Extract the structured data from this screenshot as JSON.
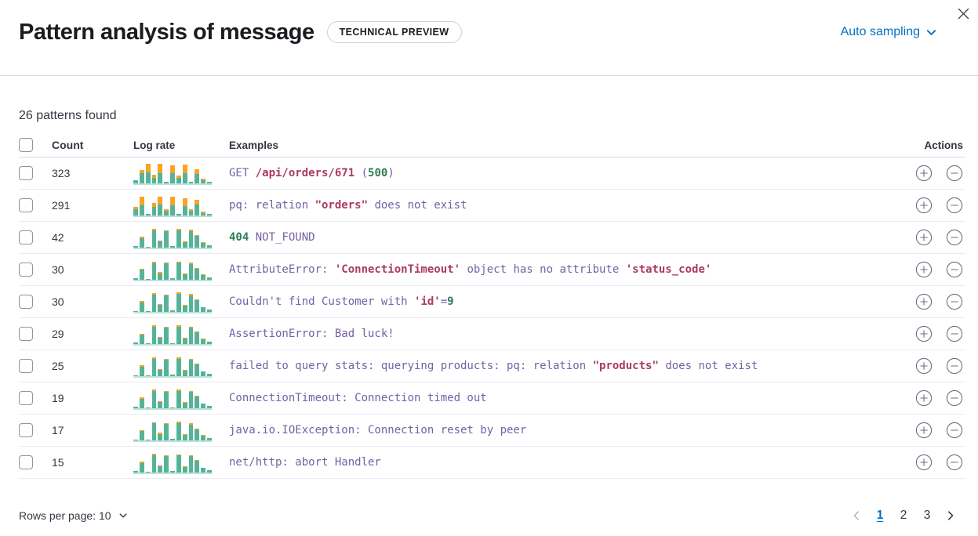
{
  "header": {
    "title": "Pattern analysis of message",
    "badge": "TECHNICAL PREVIEW",
    "sampling_label": "Auto sampling"
  },
  "summary": "26 patterns found",
  "icons": {
    "close": "✕",
    "chevron_down": "⌄",
    "chevron_left": "‹",
    "chevron_right": "›",
    "plus_in_circle": "⊕",
    "minus_in_circle": "⊖"
  },
  "colors": {
    "link_blue": "#0071C2",
    "text": "#343741",
    "token_purple": "#7560A5",
    "token_red": "#AA3A5E",
    "token_green": "#2E7D56",
    "spark_teal": "#54B399",
    "spark_orange": "#FBA321",
    "divider": "#D3DAE6"
  },
  "table": {
    "columns": {
      "count": "Count",
      "log_rate": "Log rate",
      "examples": "Examples",
      "actions": "Actions"
    },
    "rows": [
      {
        "count": "323",
        "example": [
          {
            "t": "GET ",
            "c": "purple"
          },
          {
            "t": "/api/orders/671",
            "c": "red"
          },
          {
            "t": " (",
            "c": "purple"
          },
          {
            "t": "500",
            "c": "green"
          },
          {
            "t": ")",
            "c": "purple"
          }
        ],
        "sparkline": [
          [
            16,
            0
          ],
          [
            46,
            14
          ],
          [
            50,
            40
          ],
          [
            26,
            12
          ],
          [
            48,
            40
          ],
          [
            6,
            0
          ],
          [
            46,
            38
          ],
          [
            24,
            10
          ],
          [
            48,
            38
          ],
          [
            6,
            0
          ],
          [
            44,
            20
          ],
          [
            14,
            6
          ],
          [
            6,
            0
          ]
        ]
      },
      {
        "count": "291",
        "example": [
          {
            "t": "pq: relation ",
            "c": "purple"
          },
          {
            "t": "\"orders\"",
            "c": "red"
          },
          {
            "t": " does not exist",
            "c": "purple"
          }
        ],
        "sparkline": [
          [
            28,
            12
          ],
          [
            48,
            38
          ],
          [
            6,
            0
          ],
          [
            40,
            16
          ],
          [
            50,
            36
          ],
          [
            20,
            10
          ],
          [
            48,
            38
          ],
          [
            6,
            0
          ],
          [
            44,
            34
          ],
          [
            20,
            10
          ],
          [
            50,
            20
          ],
          [
            12,
            6
          ],
          [
            6,
            0
          ]
        ]
      },
      {
        "count": "42",
        "example": [
          {
            "t": "404",
            "c": "green"
          },
          {
            "t": " NOT_FOUND",
            "c": "purple"
          }
        ],
        "sparkline": [
          [
            6,
            0
          ],
          [
            44,
            5
          ],
          [
            5,
            0
          ],
          [
            78,
            8
          ],
          [
            28,
            5
          ],
          [
            74,
            4
          ],
          [
            6,
            0
          ],
          [
            80,
            7
          ],
          [
            26,
            4
          ],
          [
            74,
            7
          ],
          [
            52,
            5
          ],
          [
            20,
            4
          ],
          [
            12,
            0
          ]
        ]
      },
      {
        "count": "30",
        "example": [
          {
            "t": "AttributeError: ",
            "c": "purple"
          },
          {
            "t": "'ConnectionTimeout'",
            "c": "red"
          },
          {
            "t": " object has no attribute ",
            "c": "purple"
          },
          {
            "t": "'status_code'",
            "c": "red"
          }
        ],
        "sparkline": [
          [
            6,
            0
          ],
          [
            46,
            4
          ],
          [
            5,
            0
          ],
          [
            76,
            6
          ],
          [
            30,
            5
          ],
          [
            76,
            4
          ],
          [
            6,
            0
          ],
          [
            78,
            6
          ],
          [
            24,
            4
          ],
          [
            72,
            6
          ],
          [
            50,
            5
          ],
          [
            22,
            3
          ],
          [
            10,
            0
          ]
        ]
      },
      {
        "count": "30",
        "example": [
          {
            "t": "Couldn't find Customer with ",
            "c": "purple"
          },
          {
            "t": "'id'",
            "c": "red"
          },
          {
            "t": "=",
            "c": "purple"
          },
          {
            "t": "9",
            "c": "green"
          }
        ],
        "sparkline": [
          [
            5,
            0
          ],
          [
            44,
            6
          ],
          [
            4,
            0
          ],
          [
            80,
            7
          ],
          [
            32,
            4
          ],
          [
            76,
            3
          ],
          [
            6,
            0
          ],
          [
            82,
            6
          ],
          [
            28,
            4
          ],
          [
            76,
            6
          ],
          [
            54,
            4
          ],
          [
            20,
            3
          ],
          [
            12,
            0
          ]
        ]
      },
      {
        "count": "29",
        "example": [
          {
            "t": "AssertionError: Bad luck!",
            "c": "purple"
          }
        ],
        "sparkline": [
          [
            6,
            0
          ],
          [
            42,
            5
          ],
          [
            5,
            0
          ],
          [
            78,
            7
          ],
          [
            30,
            4
          ],
          [
            74,
            4
          ],
          [
            5,
            0
          ],
          [
            80,
            7
          ],
          [
            26,
            4
          ],
          [
            74,
            5
          ],
          [
            52,
            4
          ],
          [
            22,
            3
          ],
          [
            10,
            0
          ]
        ]
      },
      {
        "count": "25",
        "example": [
          {
            "t": "failed to query stats: querying products: pq: relation ",
            "c": "purple"
          },
          {
            "t": "\"products\"",
            "c": "red"
          },
          {
            "t": " does not exist",
            "c": "purple"
          }
        ],
        "sparkline": [
          [
            5,
            0
          ],
          [
            44,
            5
          ],
          [
            4,
            0
          ],
          [
            80,
            6
          ],
          [
            30,
            4
          ],
          [
            76,
            4
          ],
          [
            6,
            0
          ],
          [
            80,
            6
          ],
          [
            26,
            4
          ],
          [
            74,
            6
          ],
          [
            52,
            4
          ],
          [
            20,
            3
          ],
          [
            12,
            0
          ]
        ]
      },
      {
        "count": "19",
        "example": [
          {
            "t": "ConnectionTimeout: Connection timed out",
            "c": "purple"
          }
        ],
        "sparkline": [
          [
            6,
            0
          ],
          [
            44,
            5
          ],
          [
            5,
            0
          ],
          [
            78,
            7
          ],
          [
            28,
            4
          ],
          [
            74,
            3
          ],
          [
            5,
            0
          ],
          [
            80,
            6
          ],
          [
            24,
            4
          ],
          [
            74,
            6
          ],
          [
            52,
            4
          ],
          [
            20,
            3
          ],
          [
            10,
            0
          ]
        ]
      },
      {
        "count": "17",
        "example": [
          {
            "t": "java.io.IOException: Connection reset by peer",
            "c": "purple"
          }
        ],
        "sparkline": [
          [
            5,
            0
          ],
          [
            42,
            5
          ],
          [
            4,
            0
          ],
          [
            78,
            6
          ],
          [
            30,
            5
          ],
          [
            76,
            4
          ],
          [
            6,
            0
          ],
          [
            80,
            7
          ],
          [
            26,
            4
          ],
          [
            72,
            5
          ],
          [
            50,
            4
          ],
          [
            22,
            3
          ],
          [
            10,
            0
          ]
        ]
      },
      {
        "count": "15",
        "example": [
          {
            "t": "net/http: abort Handler",
            "c": "purple"
          }
        ],
        "sparkline": [
          [
            6,
            0
          ],
          [
            44,
            6
          ],
          [
            5,
            0
          ],
          [
            80,
            7
          ],
          [
            30,
            4
          ],
          [
            74,
            4
          ],
          [
            6,
            0
          ],
          [
            78,
            6
          ],
          [
            26,
            4
          ],
          [
            74,
            6
          ],
          [
            52,
            4
          ],
          [
            20,
            3
          ],
          [
            12,
            0
          ]
        ]
      }
    ]
  },
  "footer": {
    "rows_per_page_label": "Rows per page: 10",
    "pages": [
      {
        "label": "1",
        "active": true
      },
      {
        "label": "2",
        "active": false
      },
      {
        "label": "3",
        "active": false
      }
    ]
  }
}
